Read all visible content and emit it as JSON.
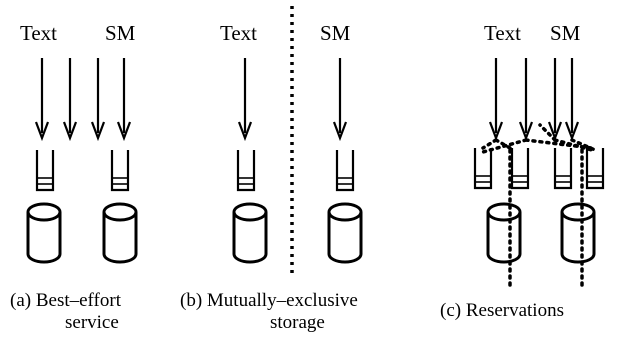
{
  "panels": [
    {
      "labels": [
        "Text",
        "SM"
      ],
      "caption": [
        "(a) Best–effort",
        "service"
      ]
    },
    {
      "labels": [
        "Text",
        "SM"
      ],
      "caption": [
        "(b) Mutually–exclusive",
        "storage"
      ]
    },
    {
      "labels": [
        "Text",
        "SM"
      ],
      "caption": [
        "(c) Reservations"
      ]
    }
  ]
}
